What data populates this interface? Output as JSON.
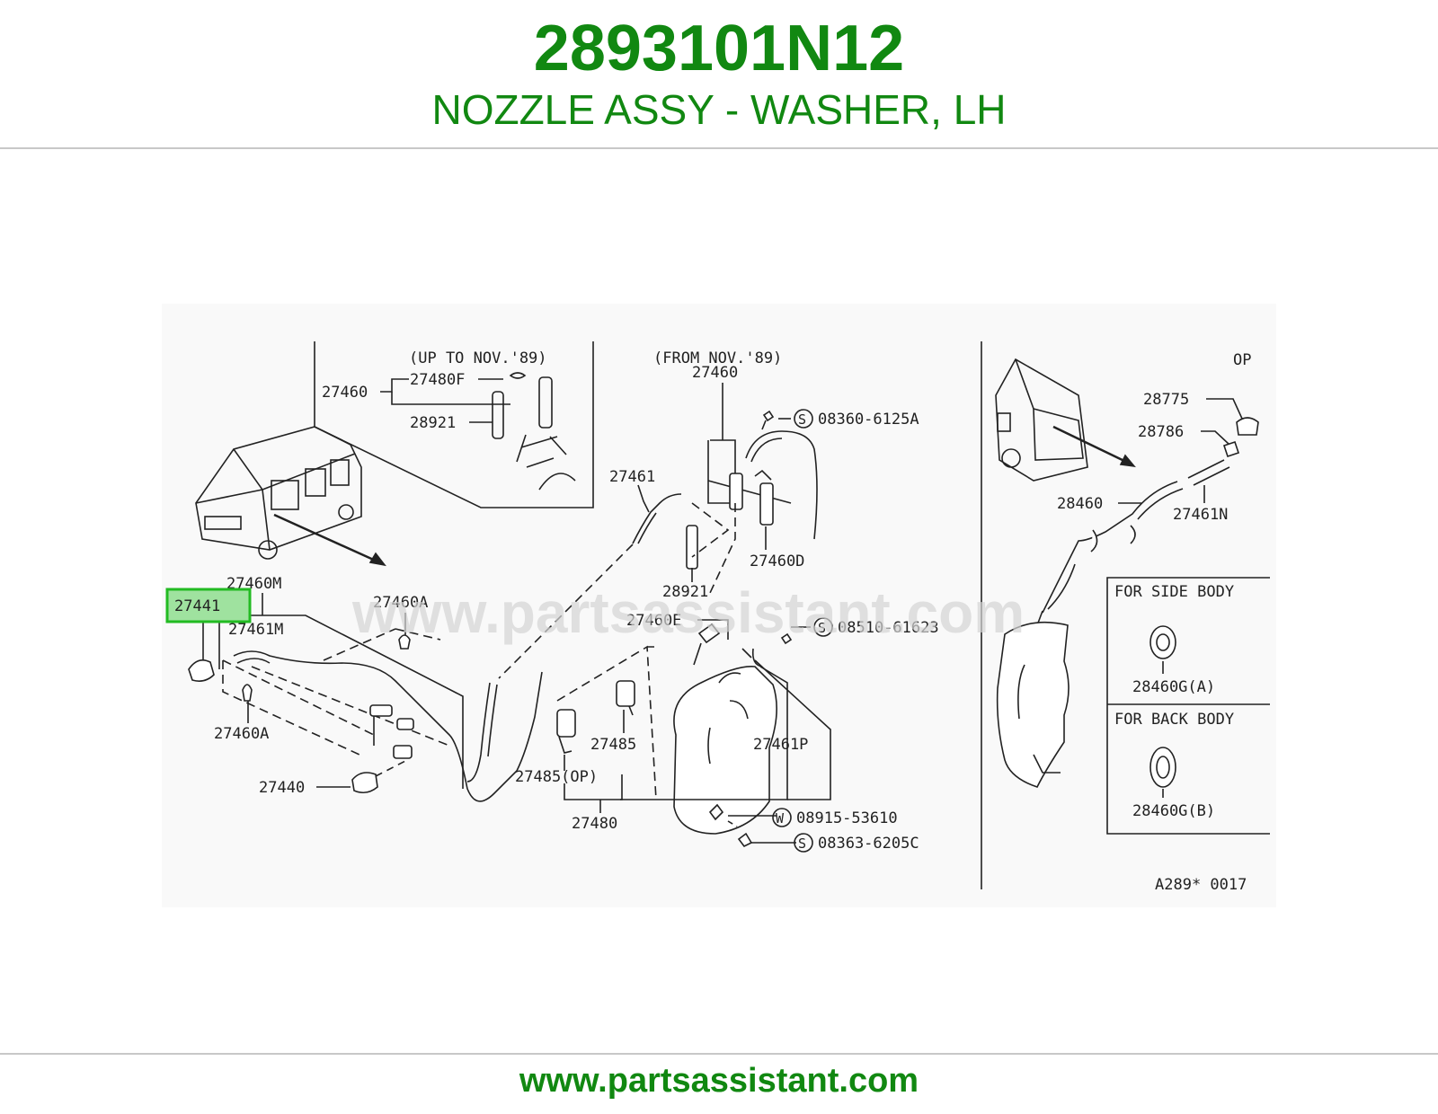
{
  "header": {
    "part_number": "2893101N12",
    "part_name": "NOZZLE ASSY - WASHER, LH"
  },
  "footer": {
    "url": "www.partsassistant.com"
  },
  "watermark": "www.partsassistant.com",
  "colors": {
    "brand_green": "#118811",
    "highlight_border": "#22bb22",
    "highlight_fill": "#9fe29f",
    "line": "#222222"
  },
  "diagram": {
    "highlighted_part": "27441",
    "notes": {
      "up_to_nov_89": "(UP TO NOV.'89)",
      "from_nov_89": "(FROM NOV.'89)",
      "op": "OP",
      "for_side_body": "FOR SIDE BODY",
      "for_back_body": "FOR BACK BODY",
      "figure_code": "A289* 0017"
    },
    "callouts": {
      "p27460_top": "27460",
      "p27480f": "27480F",
      "p28921_top": "28921",
      "p27460_from": "27460",
      "s08360": "08360-6125A",
      "p27461": "27461",
      "p28921_mid": "28921",
      "p27460d": "27460D",
      "p27460m": "27460M",
      "p27441": "27441",
      "p27461m": "27461M",
      "p27460a_top": "27460A",
      "p27460a_bottom": "27460A",
      "p27440": "27440",
      "p27460e": "27460E",
      "s08510": "08510-61623",
      "p27485": "27485",
      "p27485op": "27485(OP)",
      "p27461p": "27461P",
      "p27480": "27480",
      "w08915": "08915-53610",
      "s08363": "08363-6205C",
      "p28775": "28775",
      "p28786": "28786",
      "p28460": "28460",
      "p27461n": "27461N",
      "p28460ga": "28460G(A)",
      "p28460gb": "28460G(B)",
      "sym_s": "S",
      "sym_w": "W"
    }
  }
}
